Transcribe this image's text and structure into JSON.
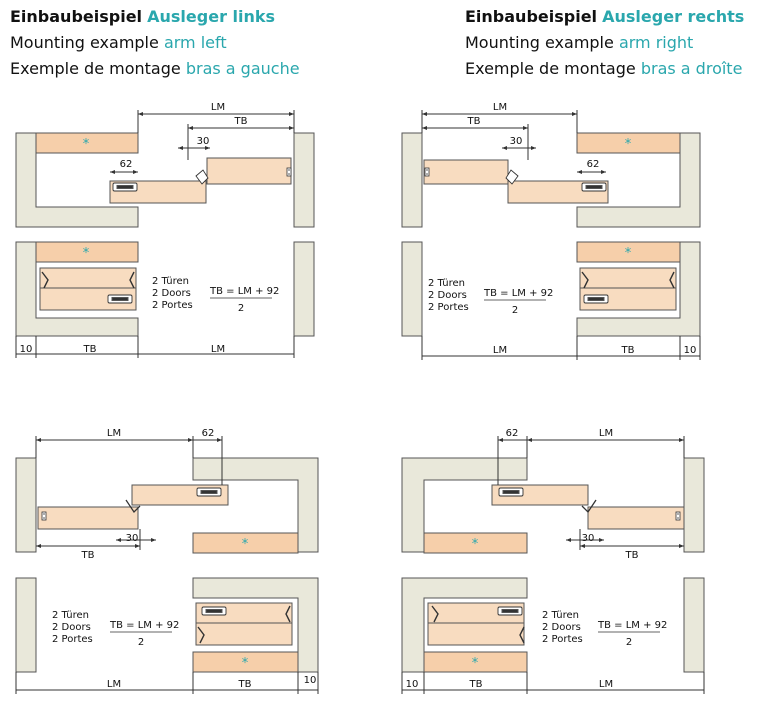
{
  "header_left": {
    "line1_bold": "Einbaubeispiel",
    "line1_accent": "Ausleger links",
    "line2": "Mounting example",
    "line2_accent": "arm left",
    "line3": "Exemple de montage",
    "line3_accent": "bras a gauche"
  },
  "header_right": {
    "line1_bold": "Einbaubeispiel",
    "line1_accent": "Ausleger rechts",
    "line2": "Mounting example",
    "line2_accent": "arm right",
    "line3": "Exemple de montage",
    "line3_accent": "bras a droîte"
  },
  "dims": {
    "lm": "LM",
    "tb": "TB",
    "d30": "30",
    "d62": "62",
    "d10": "10"
  },
  "doors": {
    "l1": "2 Türen",
    "l2": "2 Doors",
    "l3": "2 Portes"
  },
  "formula": {
    "top": "TB = LM + 92",
    "bottom": "2"
  },
  "star": "*",
  "colors": {
    "accent": "#2aa7ad",
    "cabinet": "#e9e8da",
    "drawer": "#f8dcc0",
    "peach": "#f6cfaa",
    "line": "#333333"
  }
}
